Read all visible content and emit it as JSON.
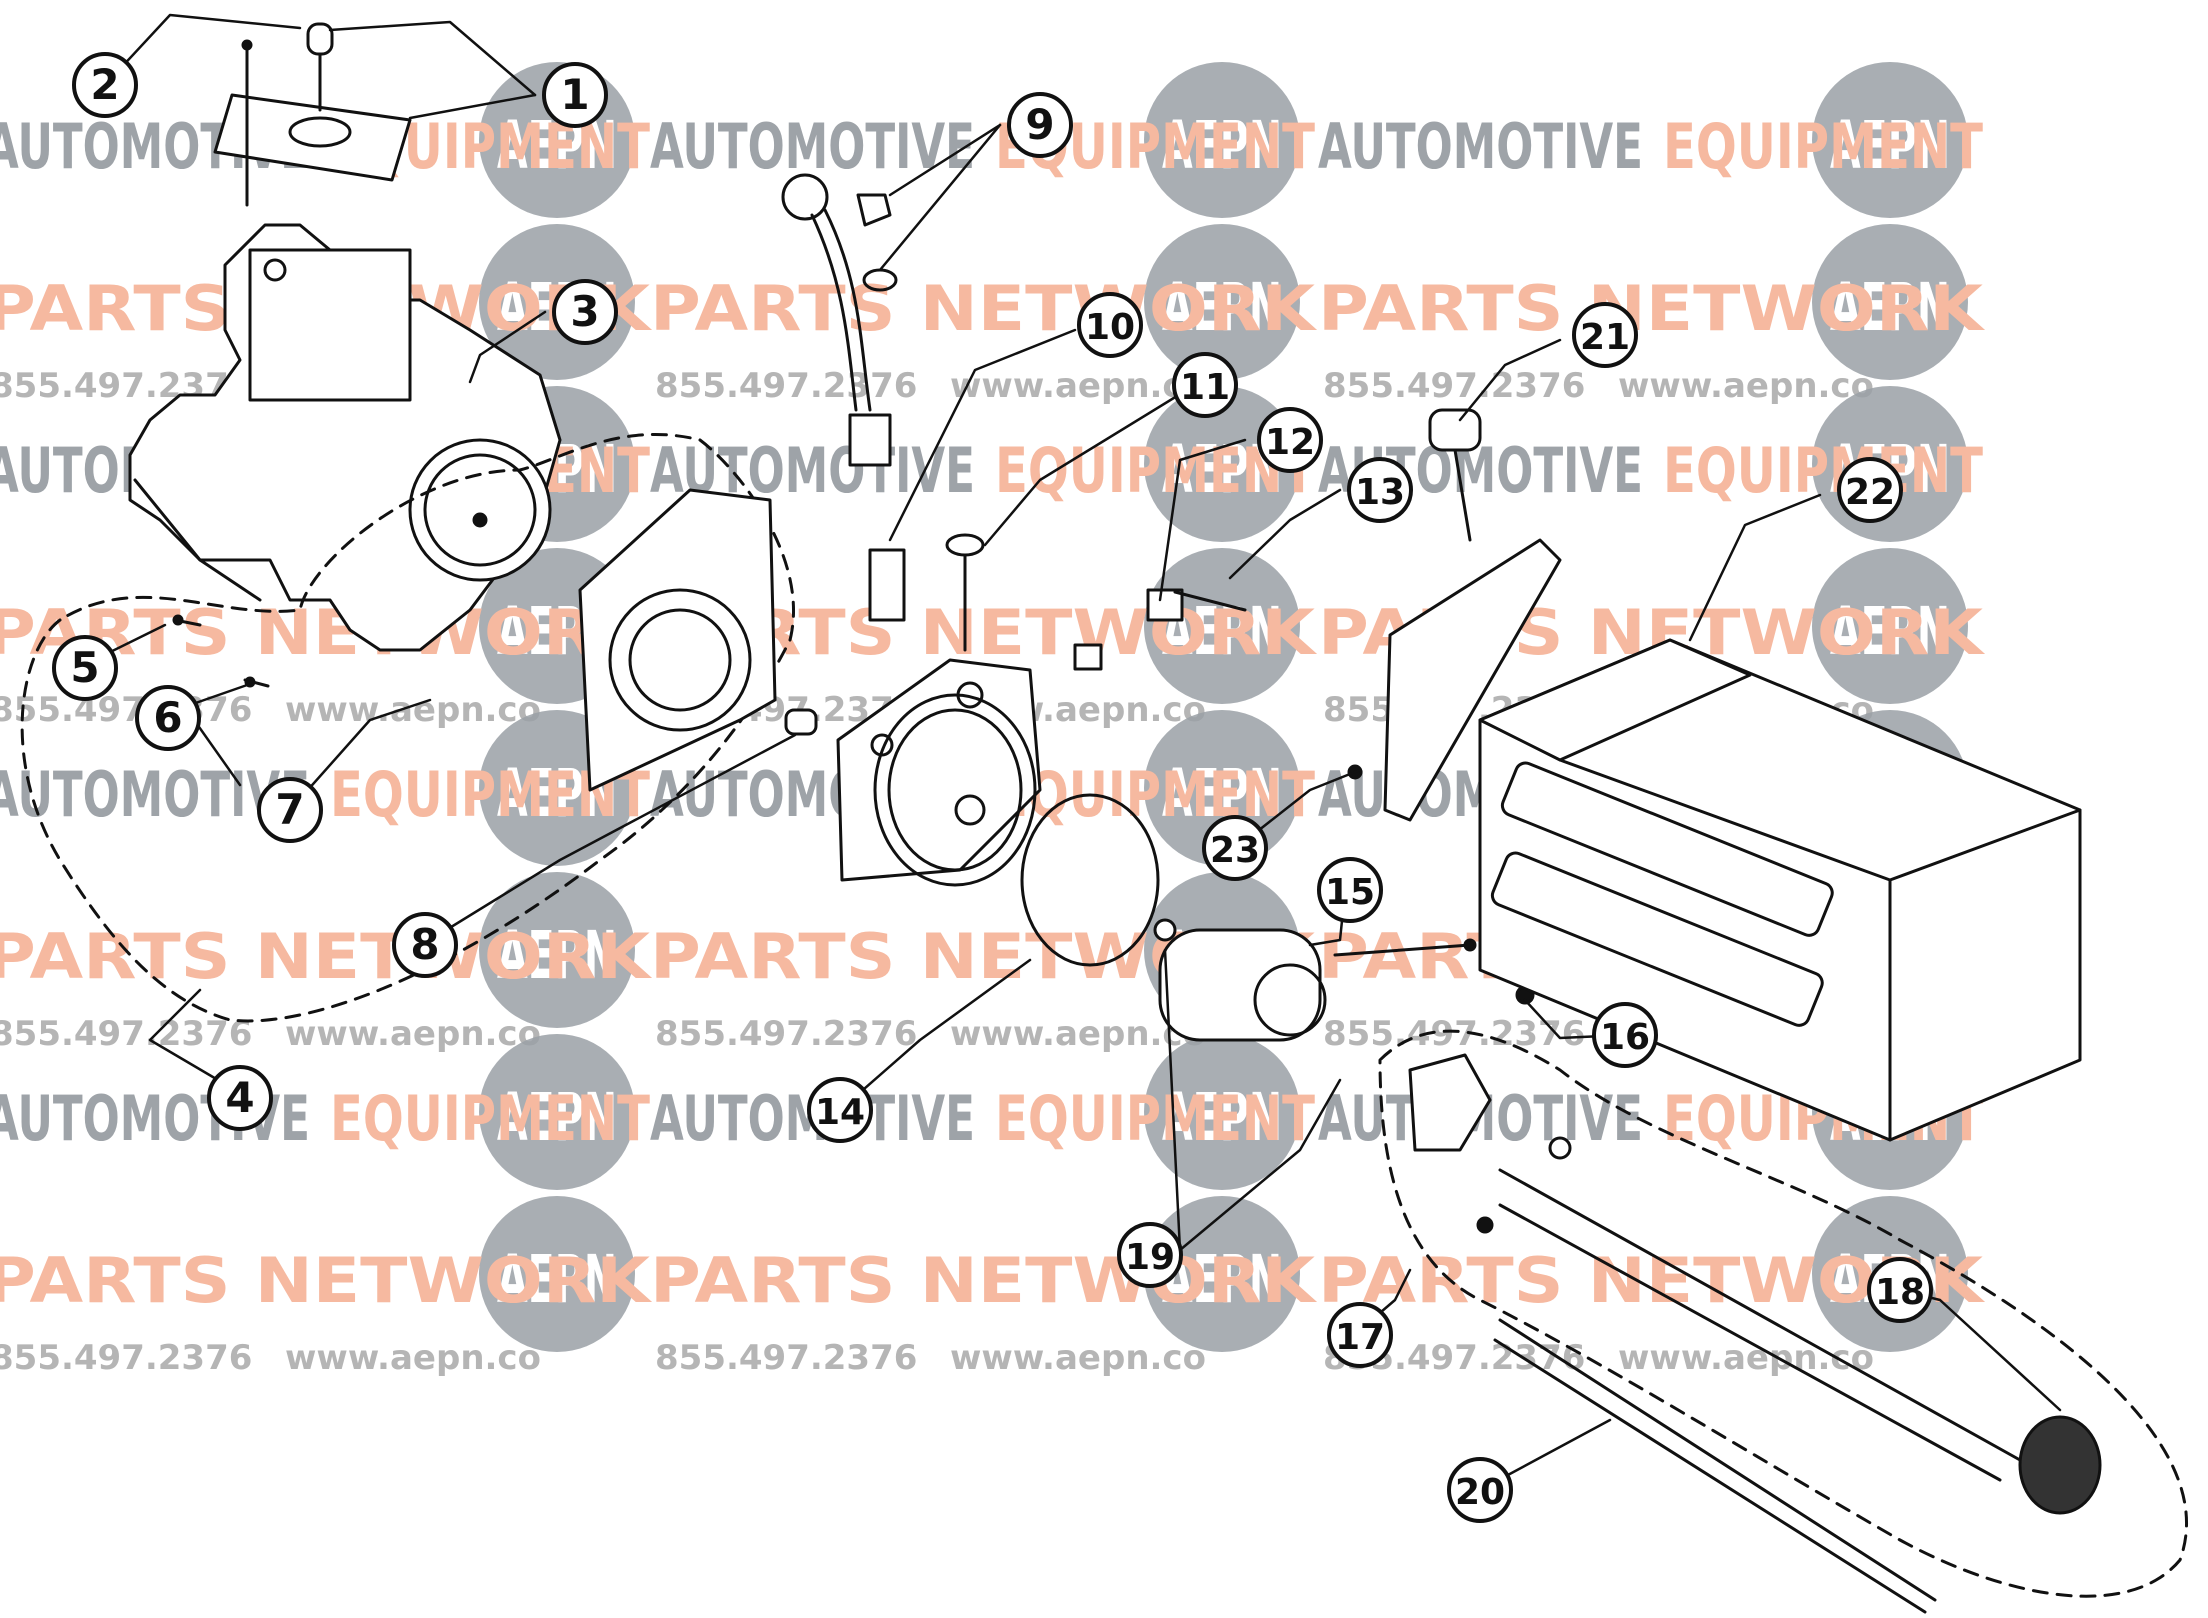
{
  "watermark": {
    "brand_line1_a": "AUTOMOTIVE",
    "brand_line1_b": "EQUIPMENT",
    "brand_line2": "PARTS NETWORK",
    "logo_text": "AEPN",
    "phone": "855.497.2376",
    "url": "www.aepn.co",
    "colors": {
      "gray": "#9ea3a8",
      "salmon": "#f6b9a0",
      "logo_circle": "#9aa0a6"
    }
  },
  "callouts": [
    "1",
    "2",
    "3",
    "4",
    "5",
    "6",
    "7",
    "8",
    "9",
    "10",
    "11",
    "12",
    "13",
    "14",
    "15",
    "16",
    "17",
    "18",
    "19",
    "20",
    "21",
    "22",
    "23"
  ]
}
